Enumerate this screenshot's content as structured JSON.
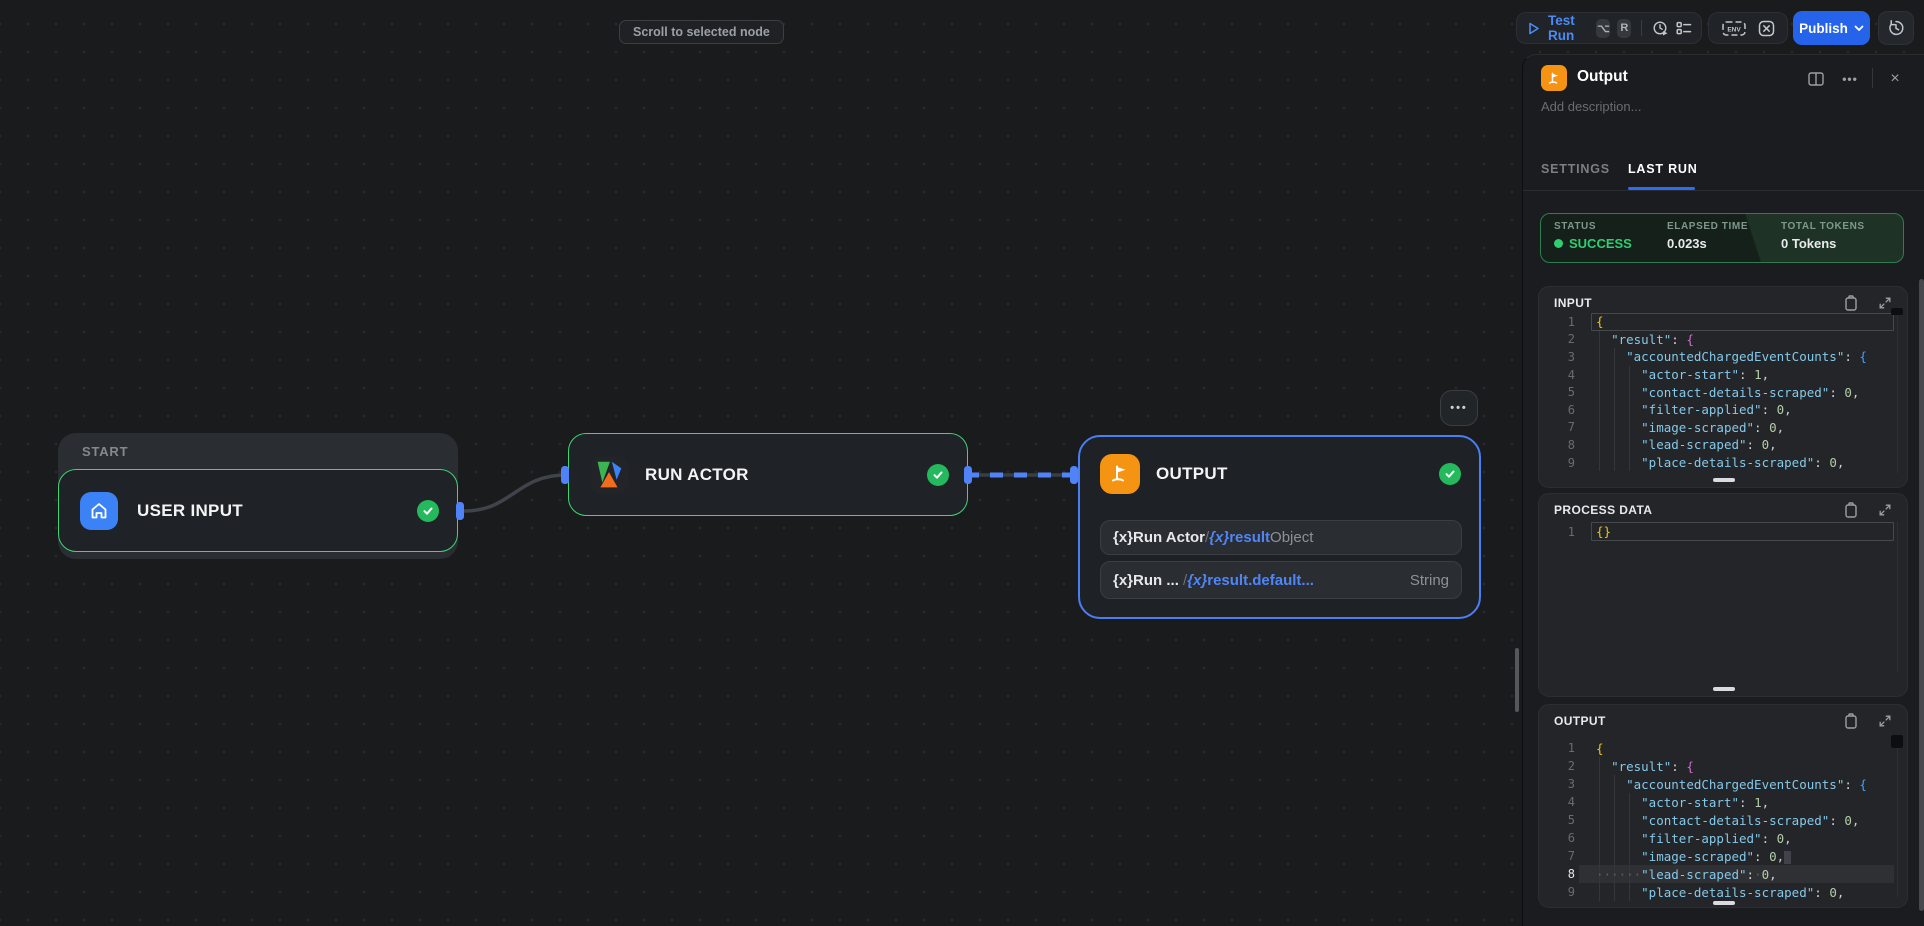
{
  "tooltip": {
    "label": "Scroll to selected node"
  },
  "toolbar": {
    "test_run_label": "Test Run",
    "shortcut_keys": [
      "⌥",
      "R"
    ],
    "env_label": "ENV",
    "publish_label": "Publish"
  },
  "canvas": {
    "start_group_label": "START",
    "nodes": {
      "user_input": {
        "title": "USER INPUT"
      },
      "run_actor": {
        "title": "RUN ACTOR"
      },
      "output": {
        "title": "OUTPUT",
        "mappings": [
          {
            "ref_prefix": "{x}",
            "ref": "Run Actor",
            "sep": "/",
            "var_prefix": "{x}",
            "variable": "result",
            "type": "Object"
          },
          {
            "ref_prefix": "{x}",
            "ref": "Run ...",
            "sep": " /",
            "var_prefix": "{x}",
            "variable": "result.default...",
            "type": "String"
          }
        ]
      }
    }
  },
  "panel": {
    "title": "Output",
    "description_placeholder": "Add description...",
    "tabs": {
      "settings": "SETTINGS",
      "last_run": "LAST RUN"
    },
    "status_card": {
      "status_label": "STATUS",
      "status_value": "SUCCESS",
      "elapsed_label": "ELAPSED TIME",
      "elapsed_value": "0.023s",
      "tokens_label": "TOTAL TOKENS",
      "tokens_value": "0 Tokens"
    },
    "sections": {
      "input": {
        "title": "INPUT",
        "active_line": 1,
        "lines": [
          [
            [
              "b1",
              "{"
            ]
          ],
          [
            [
              "pu",
              "  "
            ],
            [
              "key",
              "\"result\""
            ],
            [
              "pu",
              ": "
            ],
            [
              "b2",
              "{"
            ]
          ],
          [
            [
              "pu",
              "    "
            ],
            [
              "key",
              "\"accountedChargedEventCounts\""
            ],
            [
              "pu",
              ": "
            ],
            [
              "b3",
              "{"
            ]
          ],
          [
            [
              "pu",
              "      "
            ],
            [
              "key",
              "\"actor-start\""
            ],
            [
              "pu",
              ": "
            ],
            [
              "num",
              "1"
            ],
            [
              "pu",
              ","
            ]
          ],
          [
            [
              "pu",
              "      "
            ],
            [
              "key",
              "\"contact-details-scraped\""
            ],
            [
              "pu",
              ": "
            ],
            [
              "num",
              "0"
            ],
            [
              "pu",
              ","
            ]
          ],
          [
            [
              "pu",
              "      "
            ],
            [
              "key",
              "\"filter-applied\""
            ],
            [
              "pu",
              ": "
            ],
            [
              "num",
              "0"
            ],
            [
              "pu",
              ","
            ]
          ],
          [
            [
              "pu",
              "      "
            ],
            [
              "key",
              "\"image-scraped\""
            ],
            [
              "pu",
              ": "
            ],
            [
              "num",
              "0"
            ],
            [
              "pu",
              ","
            ]
          ],
          [
            [
              "pu",
              "      "
            ],
            [
              "key",
              "\"lead-scraped\""
            ],
            [
              "pu",
              ": "
            ],
            [
              "num",
              "0"
            ],
            [
              "pu",
              ","
            ]
          ],
          [
            [
              "pu",
              "      "
            ],
            [
              "key",
              "\"place-details-scraped\""
            ],
            [
              "pu",
              ": "
            ],
            [
              "num",
              "0"
            ],
            [
              "pu",
              ","
            ]
          ]
        ]
      },
      "process": {
        "title": "PROCESS DATA",
        "active_line": 1,
        "lines": [
          [
            [
              "b1",
              "{}"
            ]
          ]
        ]
      },
      "output": {
        "title": "OUTPUT",
        "selected_line": 8,
        "lines": [
          [
            [
              "b1",
              "{"
            ]
          ],
          [
            [
              "pu",
              "  "
            ],
            [
              "key",
              "\"result\""
            ],
            [
              "pu",
              ": "
            ],
            [
              "b2",
              "{"
            ]
          ],
          [
            [
              "pu",
              "    "
            ],
            [
              "key",
              "\"accountedChargedEventCounts\""
            ],
            [
              "pu",
              ": "
            ],
            [
              "b3",
              "{"
            ]
          ],
          [
            [
              "pu",
              "      "
            ],
            [
              "key",
              "\"actor-start\""
            ],
            [
              "pu",
              ": "
            ],
            [
              "num",
              "1"
            ],
            [
              "pu",
              ","
            ]
          ],
          [
            [
              "pu",
              "      "
            ],
            [
              "key",
              "\"contact-details-scraped\""
            ],
            [
              "pu",
              ": "
            ],
            [
              "num",
              "0"
            ],
            [
              "pu",
              ","
            ]
          ],
          [
            [
              "pu",
              "      "
            ],
            [
              "key",
              "\"filter-applied\""
            ],
            [
              "pu",
              ": "
            ],
            [
              "num",
              "0"
            ],
            [
              "pu",
              ","
            ]
          ],
          [
            [
              "pu",
              "      "
            ],
            [
              "key",
              "\"image-scraped\""
            ],
            [
              "pu",
              ": "
            ],
            [
              "num",
              "0"
            ],
            [
              "pu",
              ","
            ],
            [
              "cur",
              " "
            ]
          ],
          [
            [
              "sel",
              "······"
            ],
            [
              "key",
              "\"lead-scraped\""
            ],
            [
              "pu",
              ":"
            ],
            [
              "sel",
              "·"
            ],
            [
              "num",
              "0"
            ],
            [
              "pu",
              ","
            ]
          ],
          [
            [
              "pu",
              "      "
            ],
            [
              "key",
              "\"place-details-scraped\""
            ],
            [
              "pu",
              ": "
            ],
            [
              "num",
              "0"
            ],
            [
              "pu",
              ","
            ]
          ]
        ]
      }
    }
  },
  "colors": {
    "accent_blue": "#2563eb",
    "edge_blue": "#4f83f7",
    "node_green_border": "#3ed573",
    "node_blue_border": "#4b7ef2",
    "success_green": "#2ece71",
    "brand_orange": "#f59312",
    "icon_blue": "#3b82f6"
  }
}
